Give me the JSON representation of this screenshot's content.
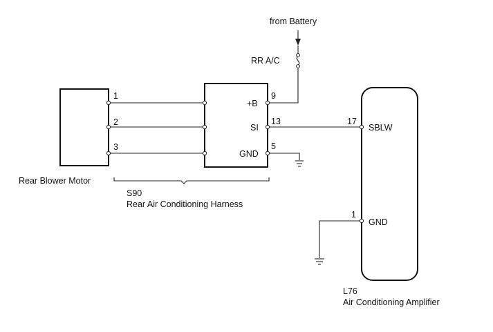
{
  "source": {
    "label": "from Battery"
  },
  "fuse": {
    "label": "RR A/C"
  },
  "blower_motor": {
    "name": "Rear Blower Motor",
    "pins": [
      "1",
      "2",
      "3"
    ]
  },
  "harness": {
    "code": "S90",
    "name": "Rear Air Conditioning Harness",
    "pins": [
      {
        "num": "9",
        "label": "+B"
      },
      {
        "num": "13",
        "label": "SI"
      },
      {
        "num": "5",
        "label": "GND"
      }
    ]
  },
  "amplifier": {
    "code": "L76",
    "name": "Air Conditioning Amplifier",
    "pins": [
      {
        "num": "17",
        "label": "SBLW"
      },
      {
        "num": "1",
        "label": "GND"
      }
    ]
  }
}
